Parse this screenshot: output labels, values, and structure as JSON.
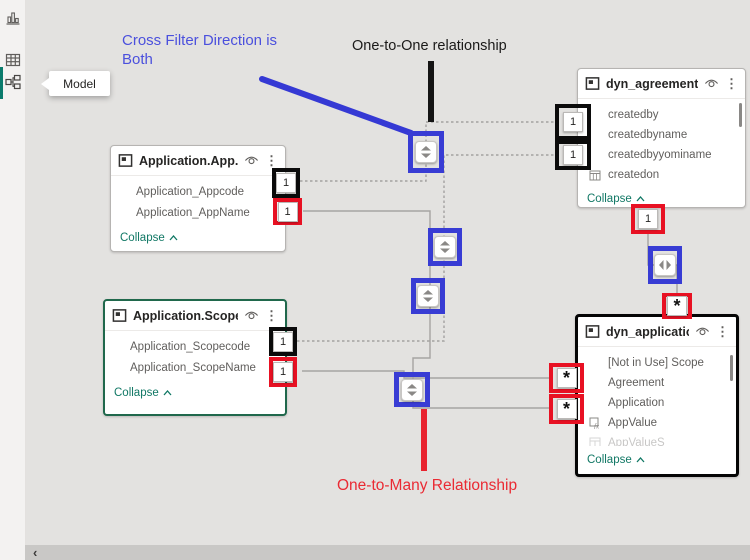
{
  "view_nav": {
    "tooltip": "Model"
  },
  "annotations": {
    "cross_filter_text": "Cross Filter Direction is Both",
    "one_to_one_text": "One-to-One relationship",
    "one_to_many_text": "One-to-Many Relationship"
  },
  "cardinality": {
    "one": "1",
    "many": "*"
  },
  "tables": {
    "application_app": {
      "title": "Application.App...",
      "fields": [
        "Application_Appcode",
        "Application_AppName"
      ],
      "collapse_label": "Collapse"
    },
    "application_scope": {
      "title": "Application.Scope",
      "fields": [
        "Application_Scopecode",
        "Application_ScopeName"
      ],
      "collapse_label": "Collapse"
    },
    "dyn_agreement": {
      "title": "dyn_agreement",
      "fields": [
        "createdby",
        "createdbyname",
        "createdbyyominame",
        "createdon"
      ],
      "collapse_label": "Collapse"
    },
    "dyn_application": {
      "title": "dyn_application",
      "fields": [
        "[Not in Use] Scope",
        "Agreement",
        "Application",
        "AppValue",
        "AppValueS"
      ],
      "collapse_label": "Collapse"
    }
  },
  "colors": {
    "annotation_blue": "#383cd4",
    "annotation_red": "#e81123",
    "annotation_black": "#0b0b0b",
    "selected_table_green": "#20684c",
    "collapse_teal": "#117865",
    "canvas_gray": "#e3e2e0"
  }
}
